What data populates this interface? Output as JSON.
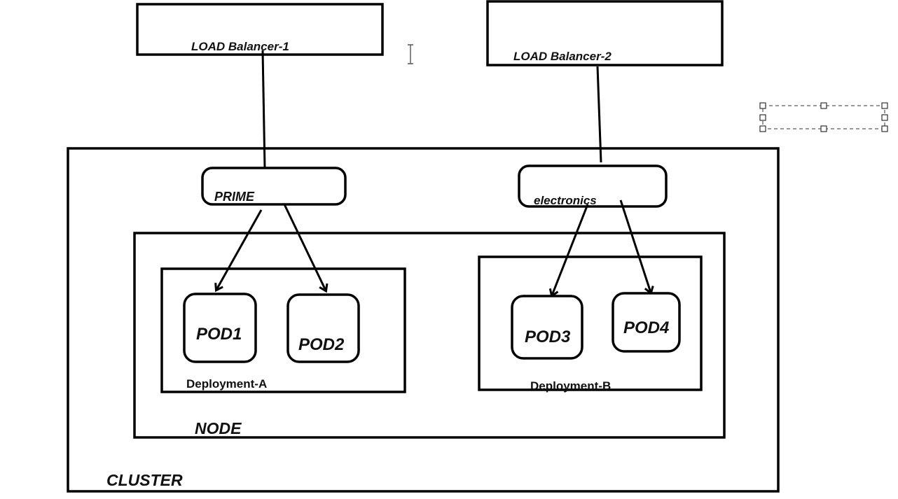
{
  "diagram": {
    "load_balancers": [
      {
        "label": "LOAD Balancer-1"
      },
      {
        "label": "LOAD Balancer-2"
      }
    ],
    "services": [
      {
        "label": "PRIME"
      },
      {
        "label": "electronics"
      }
    ],
    "deployments": [
      {
        "label": "Deployment-A"
      },
      {
        "label": "Deployment-B"
      }
    ],
    "pods": [
      {
        "label": "POD1"
      },
      {
        "label": "POD2"
      },
      {
        "label": "POD3"
      },
      {
        "label": "POD4"
      }
    ],
    "node_label": "NODE",
    "cluster_label": "CLUSTER"
  }
}
